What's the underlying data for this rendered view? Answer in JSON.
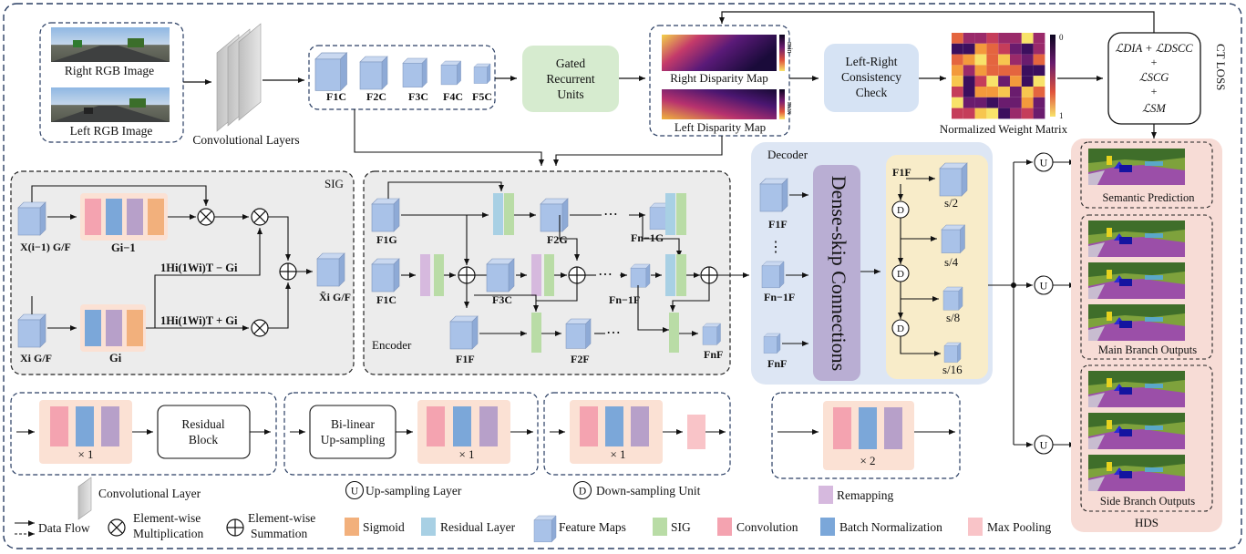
{
  "diagram": {
    "top": {
      "right_rgb": "Right RGB Image",
      "left_rgb": "Left RGB Image",
      "conv_layers": "Convolutional  Layers",
      "gru_l1": "Gated",
      "gru_l2": "Recurrent",
      "gru_l3": "Units",
      "right_disp": "Right Disparity Map",
      "left_disp": "Left Disparity Map",
      "min": "min",
      "max": "max",
      "lrc_l1": "Left-Right",
      "lrc_l2": "Consistency",
      "lrc_l3": "Check",
      "weight_matrix": "Normalized Weight Matrix",
      "cb_top": "0",
      "cb_bottom": "1",
      "loss_l1": "ℒDIA + ℒDSCC",
      "loss_plus": "+",
      "loss_l2": "ℒSCG",
      "loss_l3": "ℒSM",
      "ct_loss": "CT  LOSS"
    },
    "feature_labels": [
      "F1C",
      "F2C",
      "F3C",
      "F4C",
      "F5C"
    ],
    "sig": {
      "title": "SIG",
      "x_prev": "X(i−1) G/F",
      "g_prev": "Gi−1",
      "x_cur": "Xi G/F",
      "g_cur": "Gi",
      "expr_minus": "1Hi(1Wi)T − Gi",
      "expr_plus": "1Hi(1Wi)T + Gi",
      "x_out": "X̃i G/F"
    },
    "encoder": {
      "title": "Encoder",
      "f1g": "F1G",
      "f2g": "F2G",
      "fn1g": "Fn−1G",
      "f1c": "F1C",
      "f3c": "F3C",
      "fn1f": "Fn−1F",
      "f1f": "F1F",
      "f2f": "F2F",
      "fnf": "FnF",
      "dots": "⋯"
    },
    "decoder": {
      "title": "Decoder",
      "dense_skip": "Dense-skip Connections",
      "f1f": "F1F",
      "fn1f": "Fn−1F",
      "fnf": "FnF",
      "f1f_right": "F1F",
      "vdots": "⋮",
      "d": "D",
      "scales": [
        "s/2",
        "s/4",
        "s/8",
        "s/16"
      ]
    },
    "hds": {
      "u": "U",
      "semantic": "Semantic Prediction",
      "main": "Main Branch Outputs",
      "side": "Side Branch Outputs",
      "title": "HDS"
    },
    "bottom": {
      "x1a": "× 1",
      "residual_l1": "Residual",
      "residual_l2": "Block",
      "bilinear_l1": "Bi-linear",
      "bilinear_l2": "Up-sampling",
      "x1b": "× 1",
      "x1c": "× 1",
      "x2": "× 2"
    },
    "legend": {
      "conv_layer": "Convolutional  Layer",
      "u": "U",
      "upsampling": "Up-sampling  Layer",
      "d": "D",
      "downsampling": "Down-sampling  Unit",
      "remapping": "Remapping",
      "data_flow": "Data Flow",
      "mult_l1": "Element-wise",
      "mult_l2": "Multiplication",
      "sum_l1": "Element-wise",
      "sum_l2": "Summation",
      "sigmoid": "Sigmoid",
      "residual": "Residual Layer",
      "feature_maps": "Feature Maps",
      "sig": "SIG",
      "convolution": "Convolution",
      "batch_norm": "Batch  Normalization",
      "max_pooling": "Max Pooling"
    },
    "colors": {
      "conv": "#f4a3b0",
      "bn": "#7ba7d9",
      "remap": "#b7a0c9",
      "sigmoid": "#f2b07c",
      "residual": "#a8d0e4",
      "sig": "#b9dca6",
      "cube": "#a9c2e8",
      "gru": "#d6ebcf",
      "lrc": "#d6e3f4",
      "decoder_bg": "#dde6f4",
      "dense": "#b9aed3",
      "scales_bg": "#f8ecc9",
      "hds_bg": "#f7dcd6",
      "peach": "#fbe1d4",
      "gray_panel": "#ececec"
    }
  }
}
